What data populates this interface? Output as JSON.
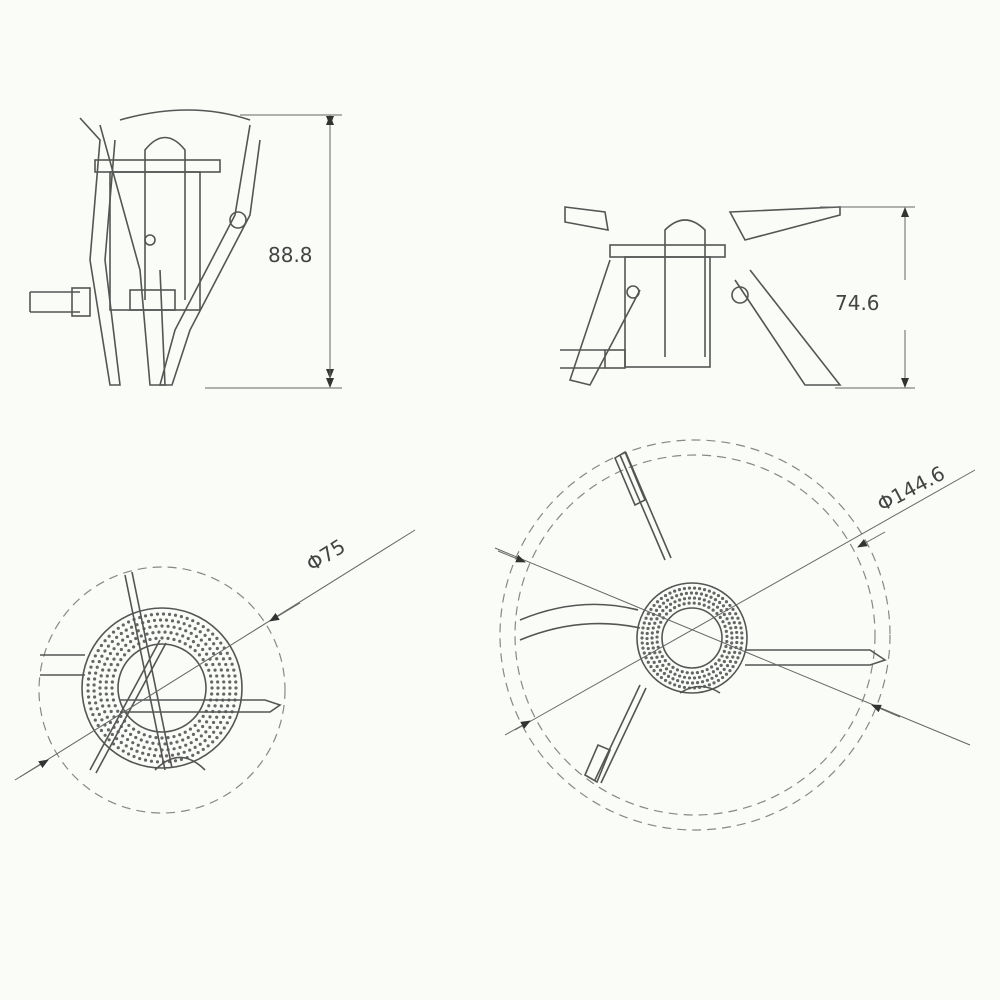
{
  "drawing": {
    "side_view_folded": {
      "height_label": "88.8"
    },
    "side_view_unfolded": {
      "height_label": "74.6"
    },
    "top_view_folded": {
      "diameter_label": "Φ75"
    },
    "top_view_unfolded": {
      "diameter_label": "Φ144.6"
    }
  },
  "colors": {
    "line": "#555555",
    "background": "#fafcf8"
  }
}
